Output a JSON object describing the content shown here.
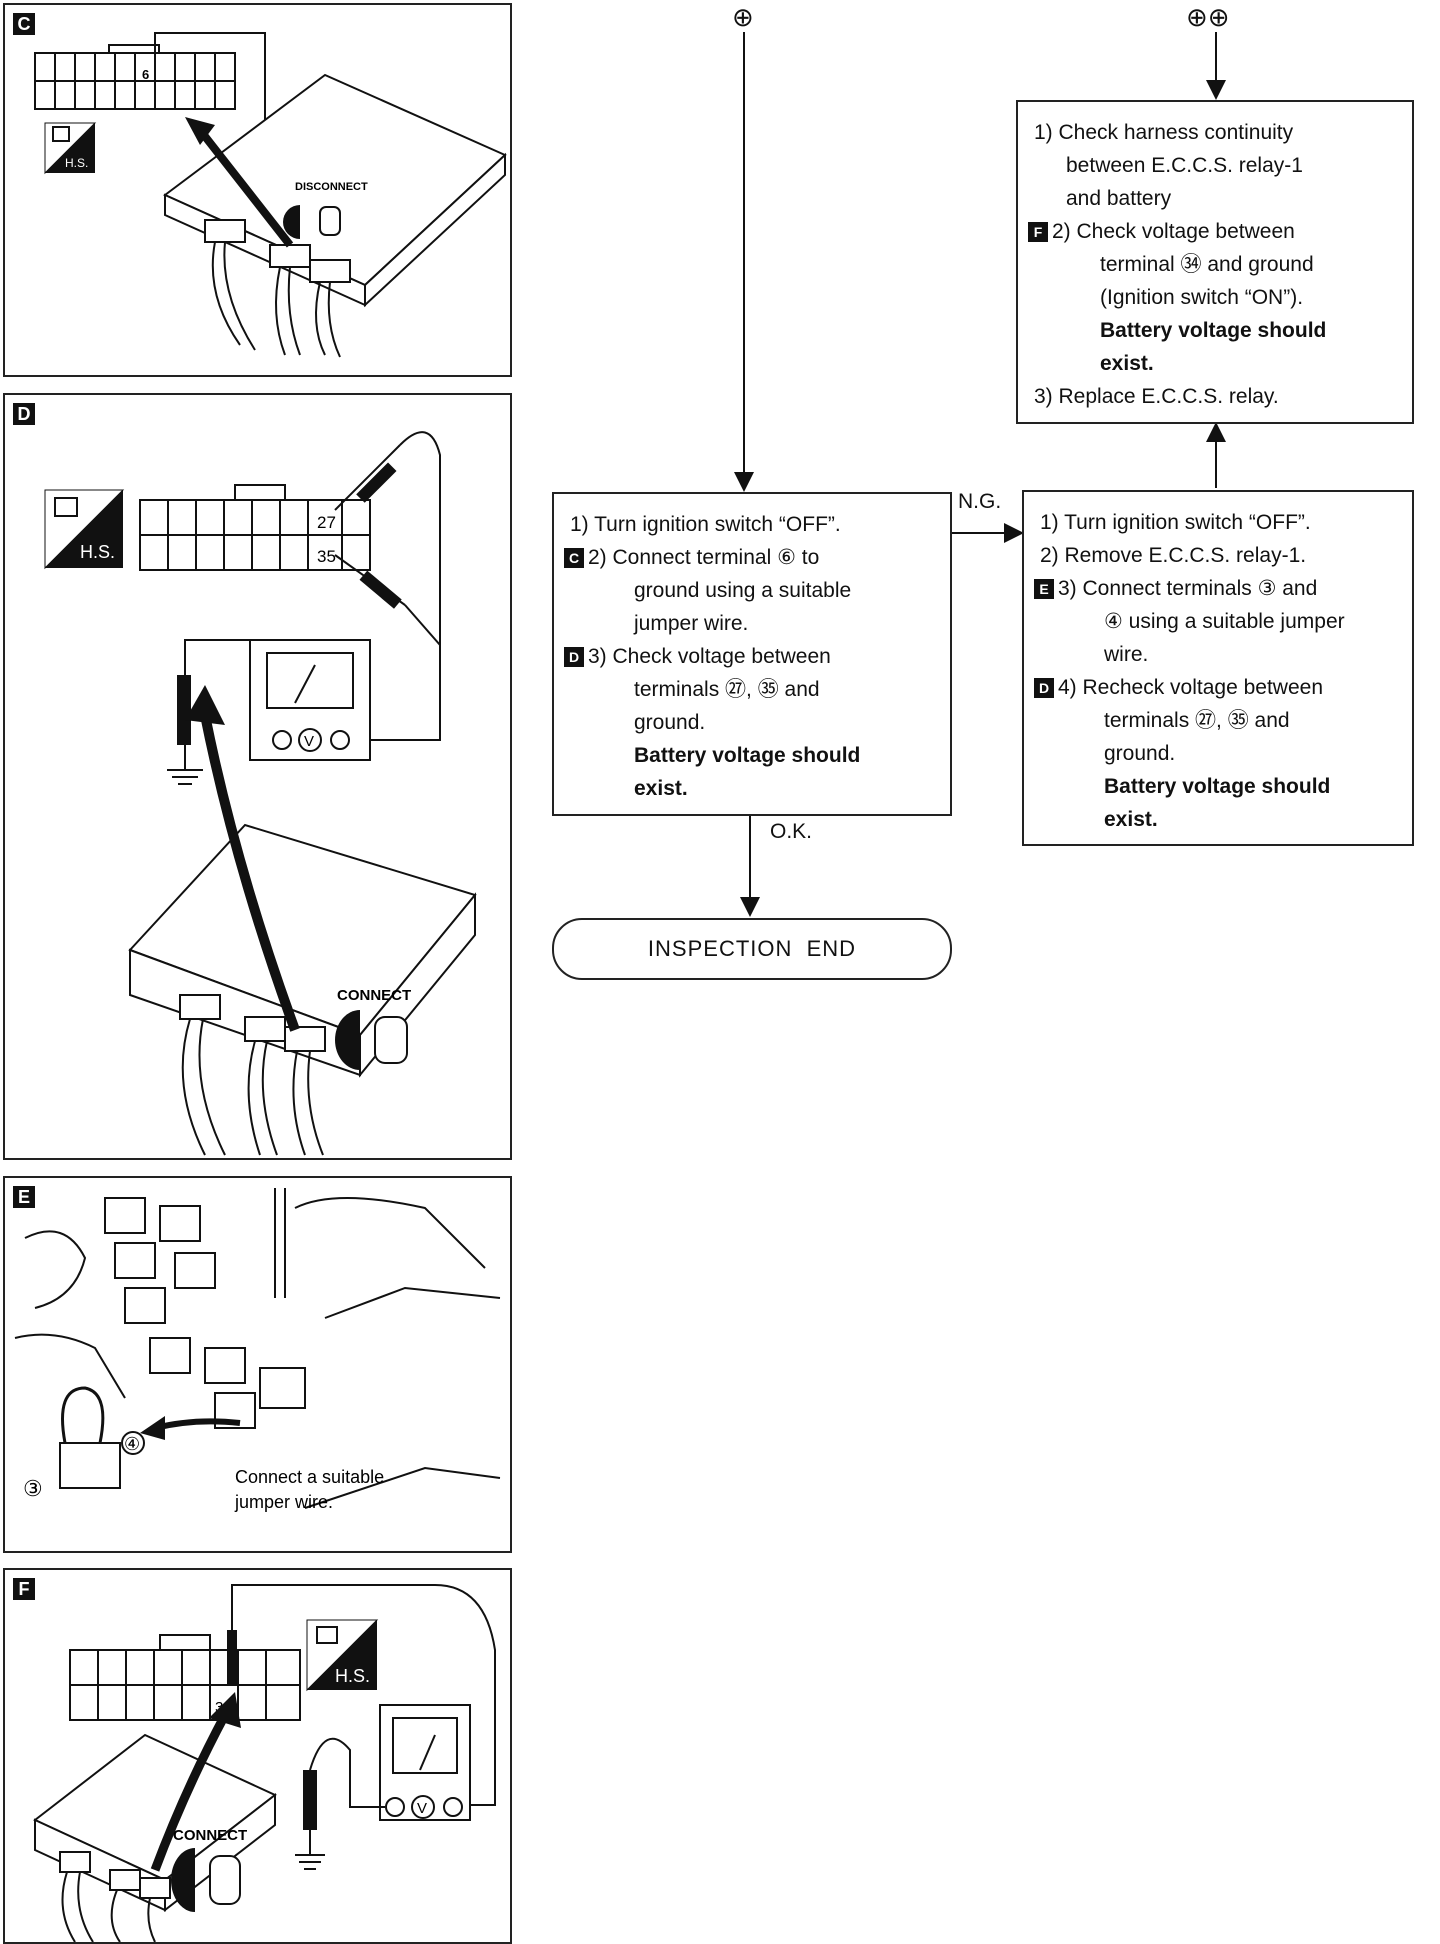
{
  "panels": {
    "c": {
      "letter": "C",
      "hs": "H.S.",
      "terminal": "6",
      "disconnect": "DISCONNECT"
    },
    "d": {
      "letter": "D",
      "hs": "H.S.",
      "t1": "27",
      "t2": "35",
      "connect": "CONNECT",
      "volt": "V"
    },
    "e": {
      "letter": "E",
      "t3": "③",
      "t4": "④",
      "caption1": "Connect a suitable",
      "caption2": "jumper wire."
    },
    "f": {
      "letter": "F",
      "hs": "H.S.",
      "terminal": "34",
      "connect": "CONNECT",
      "volt": "V"
    }
  },
  "flow": {
    "top_symbol_left": "⊕",
    "top_symbol_right": "⊕⊕",
    "box_main": {
      "s1": "1) Turn ignition switch “OFF”.",
      "s2_tag": "C",
      "s2a": "2) Connect terminal ⑥ to",
      "s2b": "ground using a suitable",
      "s2c": "jumper wire.",
      "s3_tag": "D",
      "s3a": "3) Check voltage between",
      "s3b": "terminals ㉗, ㉟ and",
      "s3c": "ground.",
      "s3d": "Battery voltage should",
      "s3e": "exist."
    },
    "box_right": {
      "s1": "1) Turn ignition switch “OFF”.",
      "s2": "2) Remove E.C.C.S. relay-1.",
      "s3_tag": "E",
      "s3a": "3) Connect terminals ③ and",
      "s3b": "④ using a suitable jumper",
      "s3c": "wire.",
      "s4_tag": "D",
      "s4a": "4) Recheck voltage between",
      "s4b": "terminals ㉗, ㉟ and",
      "s4c": "ground.",
      "s4d": "Battery voltage should",
      "s4e": "exist."
    },
    "box_top": {
      "s1a": "1) Check harness continuity",
      "s1b": "between E.C.C.S. relay-1",
      "s1c": "and battery",
      "s2_tag": "F",
      "s2a": "2) Check voltage between",
      "s2b": "terminal ㉞ and ground",
      "s2c": "(Ignition switch “ON”).",
      "s2d": "Battery voltage should",
      "s2e": "exist.",
      "s3": "3) Replace E.C.C.S. relay."
    },
    "ng_label": "N.G.",
    "ok_label": "O.K.",
    "end_label": "INSPECTION  END"
  }
}
